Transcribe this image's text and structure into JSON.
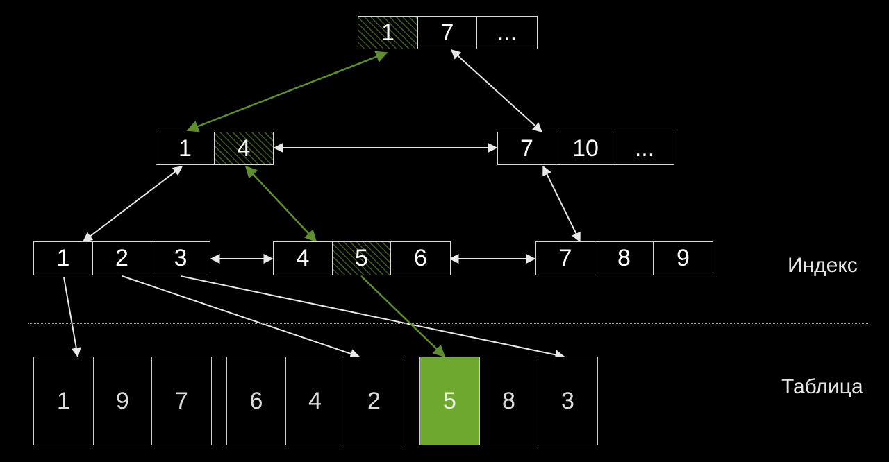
{
  "colors": {
    "background": "#000000",
    "border": "#d8d8d8",
    "highlight": "#6ea82e",
    "path": "#5f8d2f",
    "arrow": "#e8e8e8"
  },
  "root": {
    "keys": [
      "1",
      "7",
      "..."
    ],
    "hatched_index": 0
  },
  "level2": {
    "left": {
      "keys": [
        "1",
        "4"
      ],
      "hatched_index": 1
    },
    "right": {
      "keys": [
        "7",
        "10",
        "..."
      ]
    }
  },
  "leaves": [
    {
      "keys": [
        "1",
        "2",
        "3"
      ]
    },
    {
      "keys": [
        "4",
        "5",
        "6"
      ],
      "hatched_index": 1
    },
    {
      "keys": [
        "7",
        "8",
        "9"
      ]
    }
  ],
  "table_blocks": [
    {
      "values": [
        "1",
        "9",
        "7"
      ]
    },
    {
      "values": [
        "6",
        "4",
        "2"
      ]
    },
    {
      "values": [
        "5",
        "8",
        "3"
      ],
      "highlight_index": 0
    }
  ],
  "labels": {
    "index": "Индекс",
    "table": "Таблица"
  }
}
